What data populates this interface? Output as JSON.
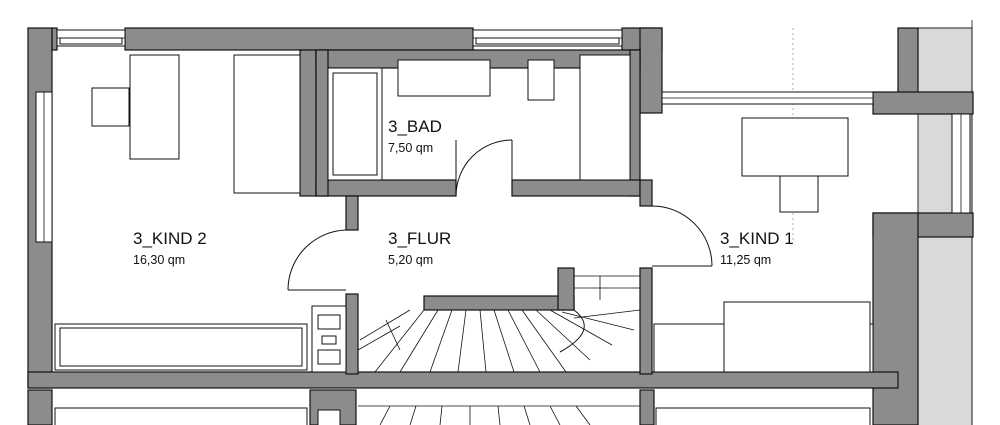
{
  "rooms": [
    {
      "id": "kind2",
      "name": "3_KIND 2",
      "area": "16,30 qm"
    },
    {
      "id": "bad",
      "name": "3_BAD",
      "area": "7,50 qm"
    },
    {
      "id": "flur",
      "name": "3_FLUR",
      "area": "5,20 qm"
    },
    {
      "id": "kind1",
      "name": "3_KIND 1",
      "area": "11,25 qm"
    }
  ],
  "colors": {
    "wall": "#8c8c8c",
    "wall_light": "#d9d9d9",
    "line": "#111111",
    "background": "#ffffff"
  }
}
